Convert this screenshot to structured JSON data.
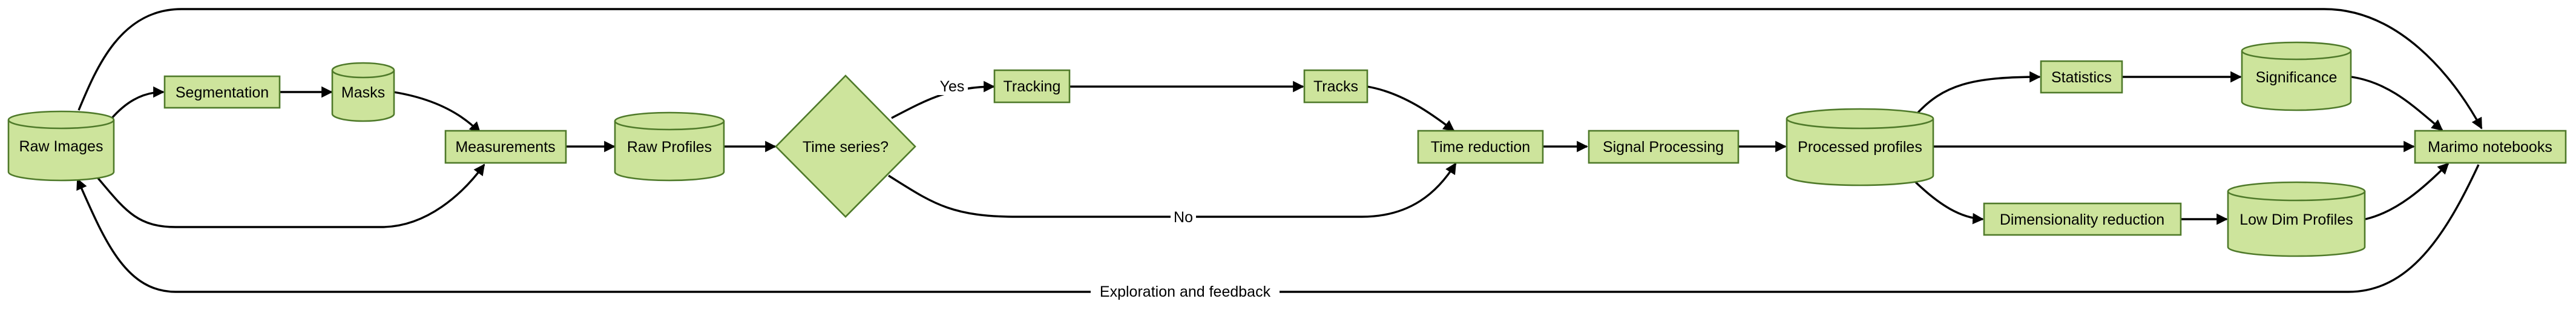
{
  "nodes": {
    "raw_images": "Raw Images",
    "segmentation": "Segmentation",
    "masks": "Masks",
    "measurements": "Measurements",
    "raw_profiles": "Raw Profiles",
    "time_series": "Time series?",
    "tracking": "Tracking",
    "tracks": "Tracks",
    "time_reduction": "Time reduction",
    "signal_processing": "Signal Processing",
    "processed_profiles": "Processed profiles",
    "statistics": "Statistics",
    "significance": "Significance",
    "dimensionality_reduction": "Dimensionality reduction",
    "low_dim_profiles": "Low Dim Profiles",
    "marimo_notebooks": "Marimo notebooks"
  },
  "edge_labels": {
    "yes": "Yes",
    "no": "No",
    "feedback": "Exploration and feedback"
  },
  "colors": {
    "node_fill": "#cde49c",
    "node_stroke": "#4f7a2a",
    "edge": "#000000"
  }
}
